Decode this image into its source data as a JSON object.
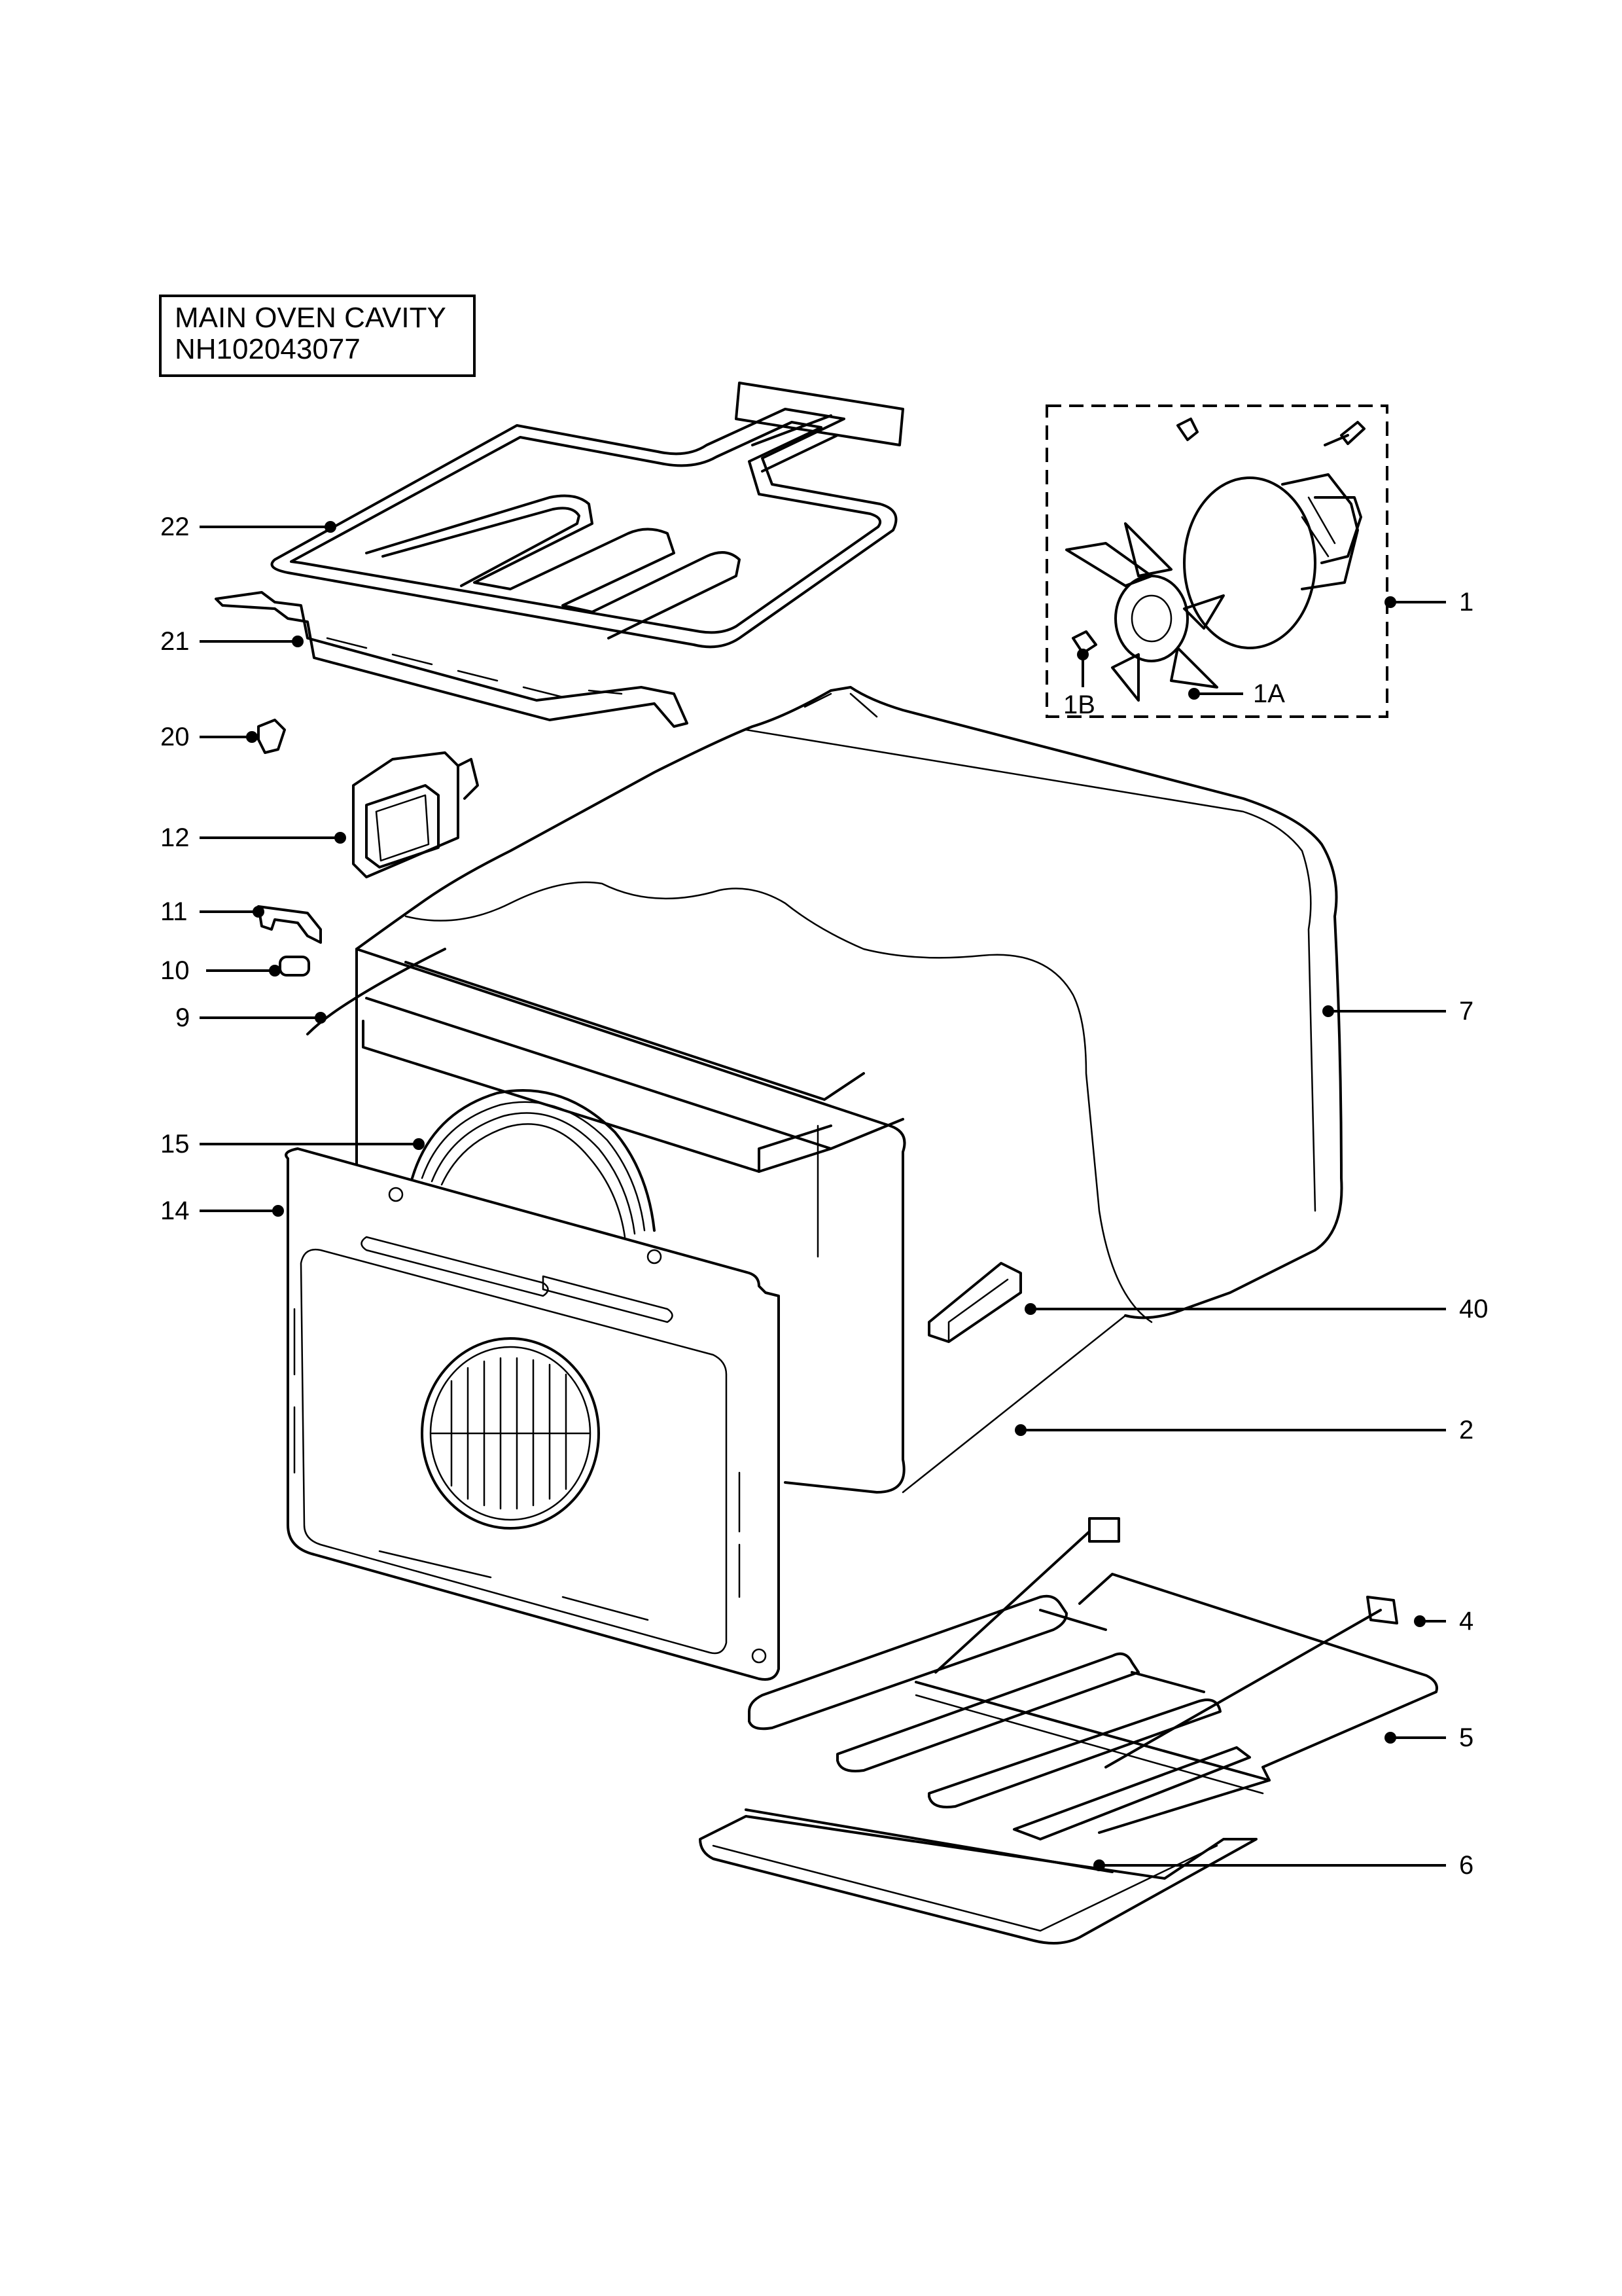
{
  "title": {
    "line1": "MAIN OVEN CAVITY",
    "line2": "NH102043077"
  },
  "callouts": [
    {
      "id": "22",
      "label": "22"
    },
    {
      "id": "21",
      "label": "21"
    },
    {
      "id": "20",
      "label": "20"
    },
    {
      "id": "12",
      "label": "12"
    },
    {
      "id": "11",
      "label": "11"
    },
    {
      "id": "10",
      "label": "10"
    },
    {
      "id": "9",
      "label": "9"
    },
    {
      "id": "15",
      "label": "15"
    },
    {
      "id": "14",
      "label": "14"
    },
    {
      "id": "1",
      "label": "1"
    },
    {
      "id": "1A",
      "label": "1A"
    },
    {
      "id": "1B",
      "label": "1B"
    },
    {
      "id": "7",
      "label": "7"
    },
    {
      "id": "40",
      "label": "40"
    },
    {
      "id": "2",
      "label": "2"
    },
    {
      "id": "4",
      "label": "4"
    },
    {
      "id": "5",
      "label": "5"
    },
    {
      "id": "6",
      "label": "6"
    }
  ]
}
